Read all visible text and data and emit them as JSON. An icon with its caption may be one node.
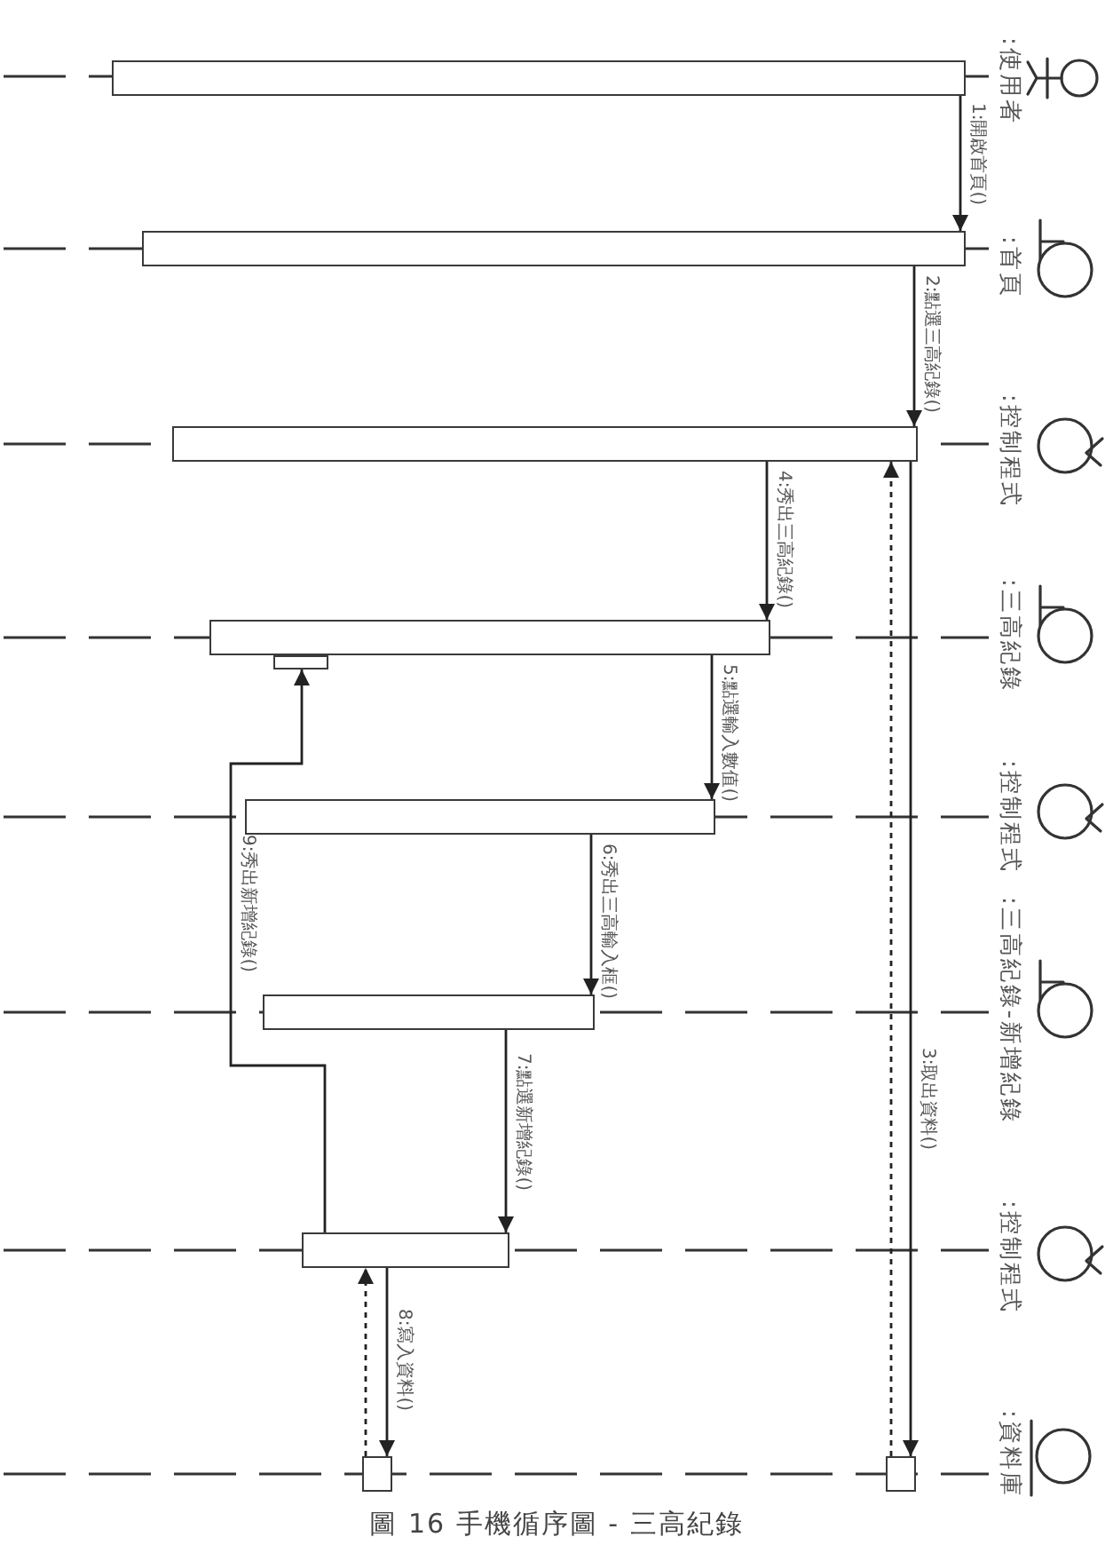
{
  "diagram": {
    "caption": "圖 16 手機循序圖 - 三高紀錄",
    "nodes": [
      {
        "text": [
          ":使用者"
        ]
      },
      {
        "text": [
          ":首頁"
        ]
      },
      {
        "text": [
          ":控制程式"
        ]
      },
      {
        "text": [
          ":三高紀錄"
        ]
      },
      {
        "text": [
          ":控制程式"
        ]
      },
      {
        "text": [
          ":三高紀錄-新增紀錄"
        ]
      },
      {
        "text": [
          ":控制程式"
        ]
      },
      {
        "text": [
          ":資料庫"
        ]
      },
      {
        "text": [],
        "shape": "bar"
      },
      {
        "text": [],
        "shape": "bar"
      },
      {
        "text": [],
        "shape": "bar"
      },
      {
        "text": [],
        "shape": "bar"
      },
      {
        "text": [],
        "shape": "bar"
      },
      {
        "text": [],
        "shape": "bar"
      },
      {
        "text": [],
        "shape": "bar"
      },
      {
        "text": [],
        "shape": "bar"
      },
      {
        "text": [],
        "shape": "bar"
      },
      {
        "text": [],
        "shape": "bar"
      }
    ],
    "edges": [
      {
        "from": 8,
        "to": 9,
        "arrow": "to",
        "label": "1:開啟首頁()"
      },
      {
        "from": 9,
        "to": 10,
        "arrow": "to",
        "label": "2:點選三高紀錄()"
      },
      {
        "from": 10,
        "to": 17,
        "arrow": "to",
        "label": "3:取出資料()"
      },
      {
        "from": 17,
        "to": 10,
        "arrow": "to",
        "style": "dashed"
      },
      {
        "from": 10,
        "to": 11,
        "arrow": "to",
        "label": "4:秀出三高紀錄()"
      },
      {
        "from": 11,
        "to": 13,
        "arrow": "to",
        "label": "5:點選輸入數值()"
      },
      {
        "from": 13,
        "to": 14,
        "arrow": "to",
        "label": "6:秀出三高輸入框()"
      },
      {
        "from": 14,
        "to": 15,
        "arrow": "to",
        "label": "7:點選新增紀錄()"
      },
      {
        "from": 15,
        "to": 16,
        "arrow": "to",
        "label": "8:寫入資料()"
      },
      {
        "from": 16,
        "to": 15,
        "arrow": "to",
        "style": "dashed"
      },
      {
        "from": 15,
        "to": 12,
        "arrow": "to",
        "label": "9:秀出新增紀錄()"
      }
    ]
  }
}
